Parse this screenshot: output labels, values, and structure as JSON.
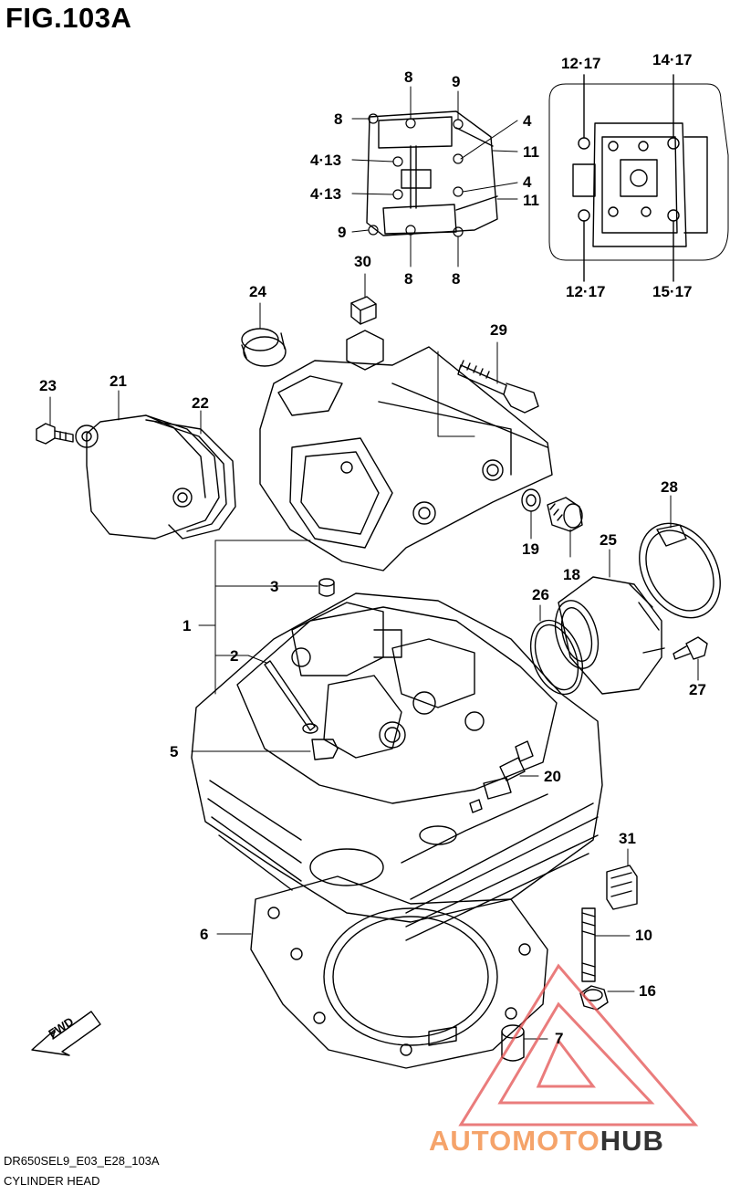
{
  "figure": {
    "title": "FIG.103A"
  },
  "callouts": [
    {
      "id": "c-8a",
      "text": "8"
    },
    {
      "id": "c-9a",
      "text": "9"
    },
    {
      "id": "c-8b",
      "text": "8"
    },
    {
      "id": "c-4a",
      "text": "4"
    },
    {
      "id": "c-413a",
      "text": "4·13"
    },
    {
      "id": "c-11a",
      "text": "11"
    },
    {
      "id": "c-4b",
      "text": "4"
    },
    {
      "id": "c-413b",
      "text": "4·13"
    },
    {
      "id": "c-11b",
      "text": "11"
    },
    {
      "id": "c-9b",
      "text": "9"
    },
    {
      "id": "c-8c",
      "text": "8"
    },
    {
      "id": "c-8d",
      "text": "8"
    },
    {
      "id": "c-1217a",
      "text": "12·17"
    },
    {
      "id": "c-1417",
      "text": "14·17"
    },
    {
      "id": "c-1217b",
      "text": "12·17"
    },
    {
      "id": "c-1517",
      "text": "15·17"
    },
    {
      "id": "c-30",
      "text": "30"
    },
    {
      "id": "c-24",
      "text": "24"
    },
    {
      "id": "c-29",
      "text": "29"
    },
    {
      "id": "c-23",
      "text": "23"
    },
    {
      "id": "c-21",
      "text": "21"
    },
    {
      "id": "c-22",
      "text": "22"
    },
    {
      "id": "c-19",
      "text": "19"
    },
    {
      "id": "c-18",
      "text": "18"
    },
    {
      "id": "c-28",
      "text": "28"
    },
    {
      "id": "c-25",
      "text": "25"
    },
    {
      "id": "c-26",
      "text": "26"
    },
    {
      "id": "c-3",
      "text": "3"
    },
    {
      "id": "c-1",
      "text": "1"
    },
    {
      "id": "c-2",
      "text": "2"
    },
    {
      "id": "c-27",
      "text": "27"
    },
    {
      "id": "c-5",
      "text": "5"
    },
    {
      "id": "c-20",
      "text": "20"
    },
    {
      "id": "c-31",
      "text": "31"
    },
    {
      "id": "c-6",
      "text": "6"
    },
    {
      "id": "c-10",
      "text": "10"
    },
    {
      "id": "c-16",
      "text": "16"
    },
    {
      "id": "c-7",
      "text": "7"
    }
  ],
  "fwd_label": "FWD",
  "footer": {
    "code": "DR650SEL9_E03_E28_103A",
    "caption": "CYLINDER HEAD"
  },
  "watermark": {
    "part1": "AUTOMOTO",
    "part2": "HUB"
  },
  "colors": {
    "line": "#000000",
    "watermark_red": "#e35050",
    "watermark_orange": "#f5a36a"
  }
}
